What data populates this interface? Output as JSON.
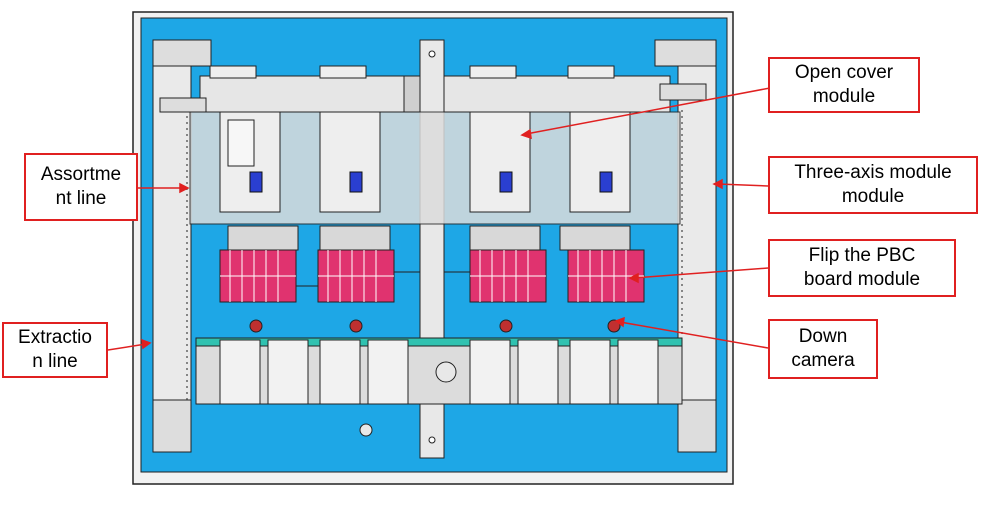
{
  "labels": {
    "assortment_line": [
      "Assortme",
      "nt line"
    ],
    "extraction_line": [
      "Extractio",
      "n line"
    ],
    "open_cover_module": [
      "Open cover",
      "module"
    ],
    "three_axis_module": [
      "Three-axis module",
      "module"
    ],
    "flip_pbc_board_module": [
      "Flip the PBC",
      "board module"
    ],
    "down_camera": [
      "Down",
      "camera"
    ]
  },
  "colors": {
    "machine_background": "#1ea7e6",
    "frame": "#e8e8e8",
    "outline": "#222222",
    "pink_modules": "#e0336f",
    "callout_border": "#e02020",
    "arrow": "#e02020",
    "blue_blocks": "#2a3fd0"
  }
}
